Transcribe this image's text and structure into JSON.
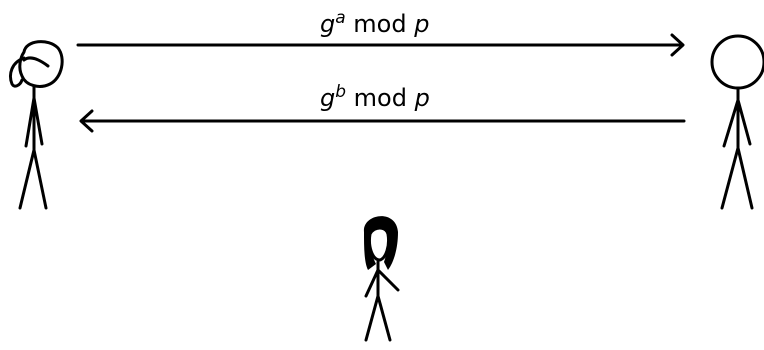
{
  "messages": {
    "top": {
      "base": "g",
      "exponent": "a",
      "op": "mod",
      "modulus": "p"
    },
    "bottom": {
      "base": "g",
      "exponent": "b",
      "op": "mod",
      "modulus": "p"
    }
  }
}
